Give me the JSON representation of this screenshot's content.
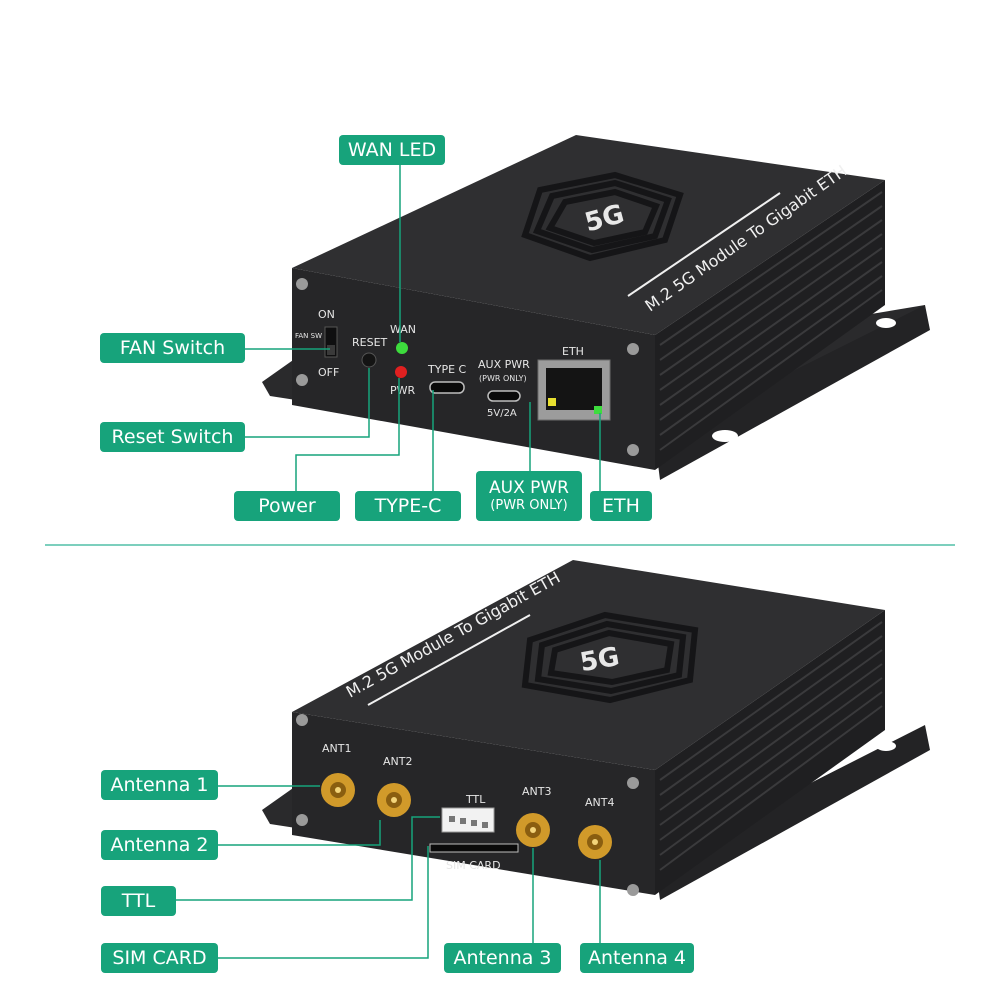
{
  "device_top": {
    "product_name": "M.2 5G Module To Gigabit ETH",
    "logo_text": "5G",
    "panel": {
      "on": "ON",
      "off": "OFF",
      "fan_sw": "FAN SW",
      "reset": "RESET",
      "wan": "WAN",
      "pwr": "PWR",
      "type_c": "TYPE C",
      "aux_pwr": "AUX PWR",
      "pwr_only": "(PWR ONLY)",
      "five_v": "5V/2A",
      "eth": "ETH"
    },
    "callouts": {
      "wan_led": "WAN LED",
      "fan_switch": "FAN  Switch",
      "reset_switch": "Reset Switch",
      "power": "Power",
      "type_c": "TYPE-C",
      "aux_pwr": "AUX  PWR",
      "aux_pwr_sub": "(PWR  ONLY)",
      "eth": "ETH"
    }
  },
  "device_bottom": {
    "product_name": "M.2 5G Module To Gigabit ETH",
    "logo_text": "5G",
    "panel": {
      "ant1": "ANT1",
      "ant2": "ANT2",
      "ant3": "ANT3",
      "ant4": "ANT4",
      "ttl": "TTL",
      "sim_card": "SIM CARD"
    },
    "callouts": {
      "antenna1": "Antenna 1",
      "antenna2": "Antenna 2",
      "ttl": "TTL",
      "sim_card": "SIM  CARD",
      "antenna3": "Antenna 3",
      "antenna4": "Antenna 4"
    }
  },
  "colors": {
    "accent": "#17a37b",
    "body": "#2b2b2d",
    "body_dark": "#1b1b1d",
    "gold": "#d19a2a",
    "led_green": "#3ddc3d",
    "led_red": "#e02020"
  }
}
